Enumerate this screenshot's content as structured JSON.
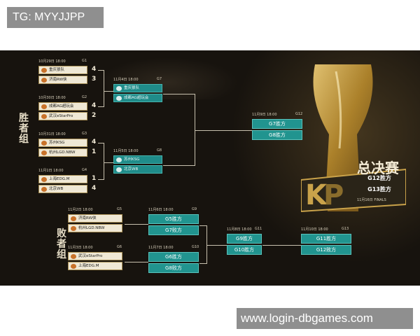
{
  "watermark_top": "TG: MYYJJPP",
  "watermark_bottom": "www.login-dbgames.com",
  "sides": {
    "winners": [
      "胜",
      "者",
      "组"
    ],
    "losers": [
      "败",
      "者",
      "组"
    ]
  },
  "upper_r1": [
    {
      "date": "10月29日 18:00",
      "code": "G1",
      "teams": [
        {
          "name": "重庆狼队",
          "score": "4"
        },
        {
          "name": "济南RW侠",
          "score": "3"
        }
      ]
    },
    {
      "date": "10月30日 18:00",
      "code": "G2",
      "teams": [
        {
          "name": "成都AG超玩会",
          "score": "4"
        },
        {
          "name": "武汉eStarPro",
          "score": "2"
        }
      ]
    },
    {
      "date": "10月31日 18:00",
      "code": "G3",
      "teams": [
        {
          "name": "苏州KSG",
          "score": "4"
        },
        {
          "name": "杭州LGD.NBW",
          "score": "1"
        }
      ]
    },
    {
      "date": "11月1日 18:00",
      "code": "G4",
      "teams": [
        {
          "name": "上海EDG.M",
          "score": "1"
        },
        {
          "name": "北京WB",
          "score": "4"
        }
      ]
    }
  ],
  "upper_r2": [
    {
      "date": "11月4日 18:00",
      "code": "G7",
      "teams": [
        "重庆狼队",
        "成都AG超玩会"
      ]
    },
    {
      "date": "11月5日 18:00",
      "code": "G8",
      "teams": [
        "苏州KSG",
        "北京WB"
      ]
    }
  ],
  "upper_final": {
    "date": "11月9日 18:00",
    "code": "G12",
    "slots": [
      "G7胜方",
      "G8胜方"
    ]
  },
  "grand_final": {
    "slots": [
      "G12胜方",
      "G13胜方"
    ],
    "tag": "11月16日 FINALS"
  },
  "lower_r1": [
    {
      "date": "11月2日 18:00",
      "code": "G5",
      "teams": [
        "济南RW侠",
        "杭州LGD.NBW"
      ]
    },
    {
      "date": "11月3日 18:00",
      "code": "G6",
      "teams": [
        "武汉eStarPro",
        "上海EDG.M"
      ]
    }
  ],
  "lower_r2": [
    {
      "date": "11月6日 18:00",
      "code": "G9",
      "slots": [
        "G5胜方",
        "G7败方"
      ]
    },
    {
      "date": "11月7日 18:00",
      "code": "G10",
      "slots": [
        "G6胜方",
        "G8败方"
      ]
    }
  ],
  "lower_r3": {
    "date": "11月8日 18:00",
    "code": "G11",
    "slots": [
      "G9胜方",
      "G10胜方"
    ]
  },
  "lower_final": {
    "date": "11月10日 18:00",
    "code": "G13",
    "slots": [
      "G11胜方",
      "G12败方"
    ]
  },
  "colors": {
    "background": "#17130e",
    "teal": "#21948f",
    "gold": "#c9a24a",
    "cream": "#efe8d5"
  }
}
